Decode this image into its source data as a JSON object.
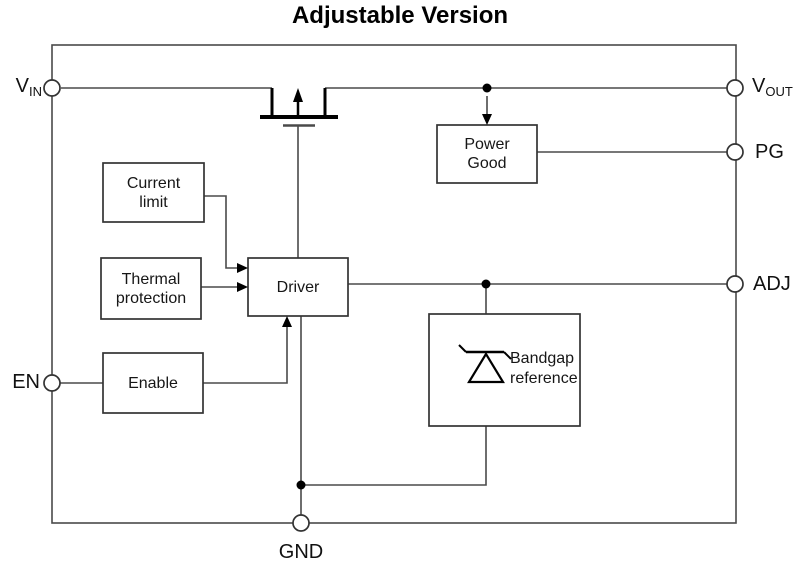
{
  "title": "Adjustable Version",
  "diagram": {
    "blocks": {
      "current_limit": {
        "label": "Current limit"
      },
      "thermal_protection": {
        "label": "Thermal protection"
      },
      "enable": {
        "label": "Enable"
      },
      "driver": {
        "label": "Driver"
      },
      "power_good": {
        "label": "Power Good"
      },
      "bandgap_reference": {
        "label": "Bandgap reference"
      }
    },
    "pins": {
      "vin": {
        "main": "V",
        "sub": "IN"
      },
      "vout": {
        "main": "V",
        "sub": "OUT"
      },
      "pg": {
        "main": "PG",
        "sub": ""
      },
      "adj": {
        "main": "ADJ",
        "sub": ""
      },
      "en": {
        "main": "EN",
        "sub": ""
      },
      "gnd": {
        "main": "GND",
        "sub": ""
      }
    },
    "symbols": {
      "pass_transistor": "pmos-pass-transistor",
      "reference_diode": "zener-diode"
    },
    "colors": {
      "wire": "#4a4a4a",
      "box_border": "#333333",
      "solid": "#000000",
      "background": "#ffffff",
      "text": "#161616"
    }
  }
}
